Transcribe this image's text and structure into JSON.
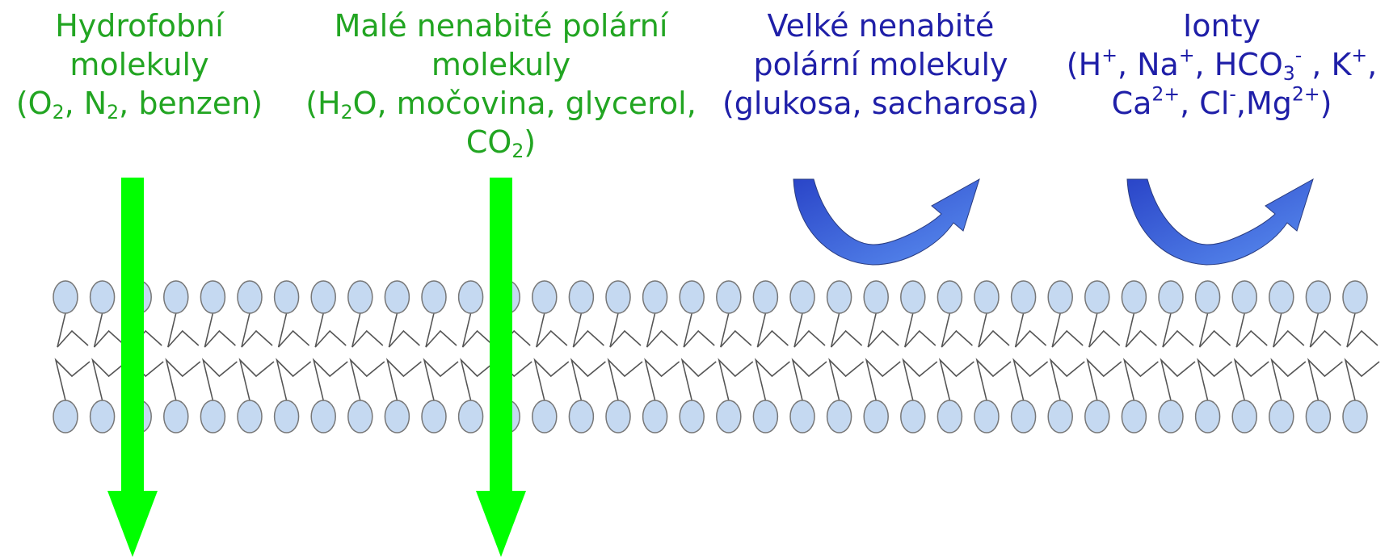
{
  "groups": {
    "hydrophobic": {
      "title_1": "Hydrofobní",
      "title_2": "molekuly",
      "open": "(O",
      "o2_sub": "2",
      "n": ", N",
      "n2_sub": "2",
      "rest": ", benzen)",
      "color": "#22a522"
    },
    "small_polar": {
      "title_1": "Malé nenabité polární",
      "title_2": "molekuly",
      "open": "(H",
      "h2_sub": "2",
      "rest": "O, močovina, glycerol,",
      "co": "CO",
      "co2_sub": "2",
      "close": ")",
      "color": "#22a522"
    },
    "large_polar": {
      "title_1": "Velké nenabité",
      "title_2": "polární molekuly",
      "examples": "(glukosa, sacharosa)",
      "color": "#1f1fa8"
    },
    "ions": {
      "title": "Ionty",
      "h": "(H",
      "h_sup": "+",
      "na": ", Na",
      "na_sup": "+",
      "hco": ", HCO",
      "hco_sub": "3",
      "hco_sup": "-",
      "k": " , K",
      "k_sup": "+",
      "comma": ",",
      "ca": "Ca",
      "ca_sup": "2+",
      "cl": ", Cl",
      "cl_sup": "-",
      "mg": ",Mg",
      "mg_sup": "2+",
      "close": ")",
      "color": "#1f1fa8"
    }
  },
  "colors": {
    "permeable_arrow": "#00ff00",
    "blocked_arrow": "#3a63d8",
    "lipid_head_fill": "#c5d9f1",
    "lipid_head_stroke": "#777777",
    "lipid_tail": "#555555"
  },
  "membrane": {
    "heads_per_leaflet": 36
  }
}
